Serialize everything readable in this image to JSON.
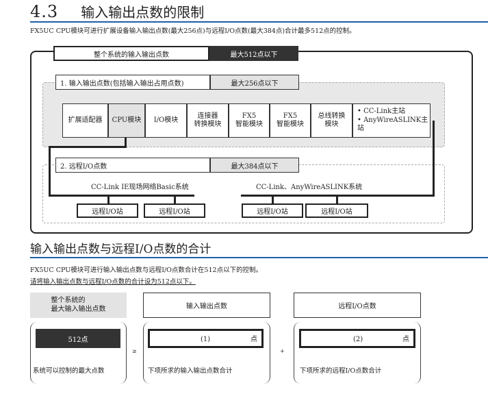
{
  "section1": {
    "number": "4.3",
    "title": "输入输出点数的限制",
    "description": "FX5UC CPU模块可进行扩展设备输入输出点数(最大256点)与远程I/O点数(最大384点)合计最多512点的控制。"
  },
  "diagram": {
    "total_label": "整个系统的输入输出点数",
    "total_max": "最大512点以下",
    "io_label": "1. 输入输出点数(包括输入输出占用点数)",
    "io_max": "最大256点以下",
    "modules": [
      "扩展适配器",
      "CPU模块",
      "I/O模块",
      "连接器\n转换模块",
      "FX5\n智能模块",
      "FX5\n智能模块",
      "总线转换\n模块",
      "• CC-Link主站\n• AnyWireASLINK主站"
    ],
    "remote_label": "2. 远程I/O点数",
    "remote_max": "最大384点以下",
    "network_left": "CC-Link IE现场网络Basic系统",
    "network_right": "CC-Link、AnyWireASLINK系统",
    "stations": [
      "远程I/O站",
      "远程I/O站",
      "远程I/O站",
      "远程I/O站"
    ]
  },
  "section2": {
    "title": "输入输出点数与远程I/O点数的合计",
    "description": "FX5UC CPU模块可进行输入输出点数与远程I/O点数合计在512点以下的控制。",
    "instruction": "请将输入输出点数与远程I/O点数的合计设为512点以下。"
  },
  "formula": {
    "col1_header": "整个系统的\n最大输入输出点数",
    "col1_value": "512点",
    "col1_caption": "系统可以控制的最大点数",
    "op1": "≥",
    "col2_header": "输入输出点数",
    "col2_value": "(1)",
    "col2_unit": "点",
    "col2_caption": "下项所求的输入输出点数合计",
    "op2": "+",
    "col3_header": "远程I/O点数",
    "col3_value": "(2)",
    "col3_unit": "点",
    "col3_caption": "下项所求的远程I/O点数合计"
  },
  "colors": {
    "accent": "#1f5fa8",
    "dark": "#333333"
  }
}
